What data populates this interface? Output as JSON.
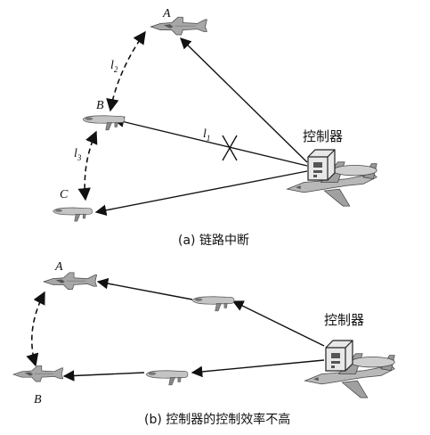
{
  "panel_a": {
    "caption": "(a) 链路中断",
    "controller_label": "控制器",
    "node_A": "A",
    "node_B": "B",
    "node_C": "C",
    "link_l1": "l",
    "link_l1_sub": "1",
    "link_l2": "l",
    "link_l2_sub": "2",
    "link_l3": "l",
    "link_l3_sub": "3"
  },
  "panel_b": {
    "caption": "(b) 控制器的控制效率不高",
    "controller_label": "控制器",
    "node_A": "A",
    "node_B": "B"
  },
  "colors": {
    "line": "#111111",
    "aircraft": "#9a9a9a",
    "aircraft_dark": "#555555"
  }
}
